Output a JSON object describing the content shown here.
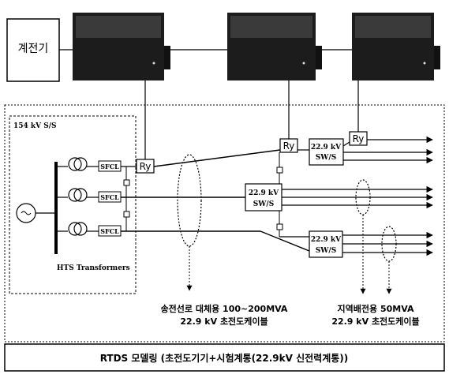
{
  "header": {
    "device_label": "계전기"
  },
  "substation": {
    "label": "154 kV S/S",
    "transformers_label": "HTS Transformers",
    "fault_limiter_label": "SFCL",
    "relay_label": "Ry"
  },
  "switching_stations": [
    {
      "label_line1": "22.9 kV",
      "label_line2": "SW/S"
    },
    {
      "label_line1": "22.9 kV",
      "label_line2": "SW/S"
    },
    {
      "label_line1": "22.9 kV",
      "label_line2": "SW/S"
    }
  ],
  "relays": [
    "Ry",
    "Ry",
    "Ry"
  ],
  "annotations": {
    "transmission_line1": "송전선로 대체용 100~200MVA",
    "transmission_line2": "22.9 kV 초전도케이블",
    "distribution_line1": "지역배전용 50MVA",
    "distribution_line2": "22.9 kV 초전도케이블"
  },
  "footer": {
    "title": "RTDS 모델링 (초전도기기+시험계통(22.9kV 신전력계통))"
  }
}
